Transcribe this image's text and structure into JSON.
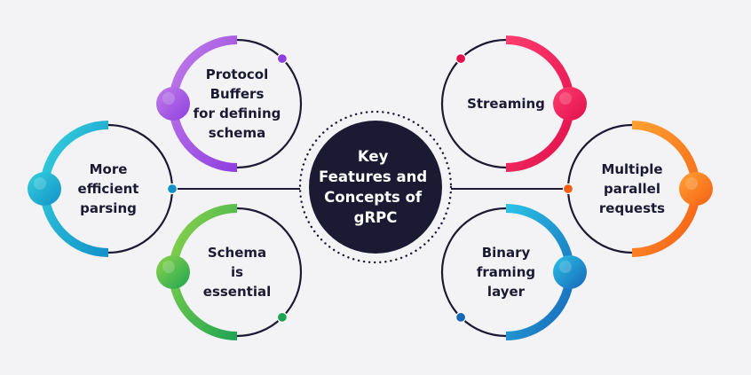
{
  "center": {
    "lines": [
      "Key",
      "Features and",
      "Concepts of",
      "gRPC"
    ]
  },
  "features": [
    {
      "id": "protocol-buffers",
      "lines": [
        "Protocol",
        "Buffers",
        "for defining",
        "schema"
      ],
      "color_from": "#c17de8",
      "color_to": "#8e3fe0"
    },
    {
      "id": "streaming",
      "lines": [
        "Streaming"
      ],
      "color_from": "#ff3d6e",
      "color_to": "#e0104d"
    },
    {
      "id": "more-efficient-parsing",
      "lines": [
        "More",
        "efficient",
        "parsing"
      ],
      "color_from": "#35d0dc",
      "color_to": "#1391c9"
    },
    {
      "id": "multiple-parallel-requests",
      "lines": [
        "Multiple",
        "parallel",
        "requests"
      ],
      "color_from": "#ffa131",
      "color_to": "#f56016"
    },
    {
      "id": "schema-is-essential",
      "lines": [
        "Schema",
        "is",
        "essential"
      ],
      "color_from": "#8fd44a",
      "color_to": "#1ea553"
    },
    {
      "id": "binary-framing-layer",
      "lines": [
        "Binary",
        "framing",
        "layer"
      ],
      "color_from": "#2bc2e6",
      "color_to": "#1766b8"
    }
  ],
  "colors": {
    "background": "#f3f3f5",
    "ring": "#1c1a33",
    "center_fill": "#1c1a33",
    "dotted_ring": "#1c1a33"
  }
}
